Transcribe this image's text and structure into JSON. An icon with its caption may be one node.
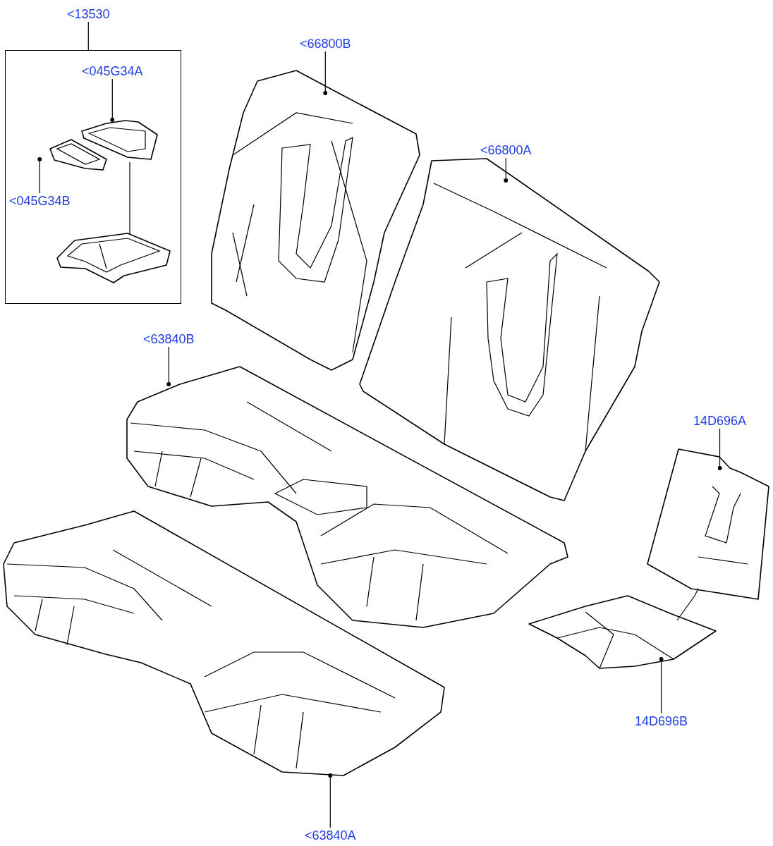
{
  "diagram": {
    "nodes": [
      {
        "text": [
          "<13530"
        ]
      },
      {
        "text": [],
        "shape": "box"
      },
      {
        "text": [
          "<045G34A"
        ],
        "in": 1
      },
      {
        "text": [],
        "shape": "picture",
        "in": 1
      },
      {
        "text": [
          "<045G34B"
        ],
        "in": 1
      },
      {
        "text": [],
        "shape": "picture",
        "in": 1
      },
      {
        "text": [],
        "shape": "picture",
        "in": 1
      },
      {
        "text": [
          "<66800B"
        ]
      },
      {
        "text": [],
        "shape": "picture"
      },
      {
        "text": [
          "<66800A"
        ]
      },
      {
        "text": [],
        "shape": "picture"
      },
      {
        "text": [
          "<63840B"
        ]
      },
      {
        "text": [],
        "shape": "picture"
      },
      {
        "text": [
          "14D696A"
        ]
      },
      {
        "text": [],
        "shape": "picture"
      },
      {
        "text": [],
        "shape": "picture"
      },
      {
        "text": [],
        "shape": "picture"
      },
      {
        "text": [
          "14D696B"
        ]
      },
      {
        "text": [
          "<63840A"
        ]
      }
    ],
    "edges": [
      {
        "from": 0,
        "to": 1,
        "arrow": "none"
      },
      {
        "from": 2,
        "to": 3,
        "arrow": "other"
      },
      {
        "from": 4,
        "to": 5,
        "arrow": "other"
      },
      {
        "from": 3,
        "to": 6,
        "arrow": "none"
      },
      {
        "from": 7,
        "to": 8,
        "arrow": "other"
      },
      {
        "from": 9,
        "to": 10,
        "arrow": "other"
      },
      {
        "from": 11,
        "to": 12,
        "arrow": "other"
      },
      {
        "from": 13,
        "to": 14,
        "arrow": "other"
      },
      {
        "from": 17,
        "to": 16,
        "arrow": "other"
      },
      {
        "from": 18,
        "to": 15,
        "arrow": "other"
      }
    ]
  }
}
